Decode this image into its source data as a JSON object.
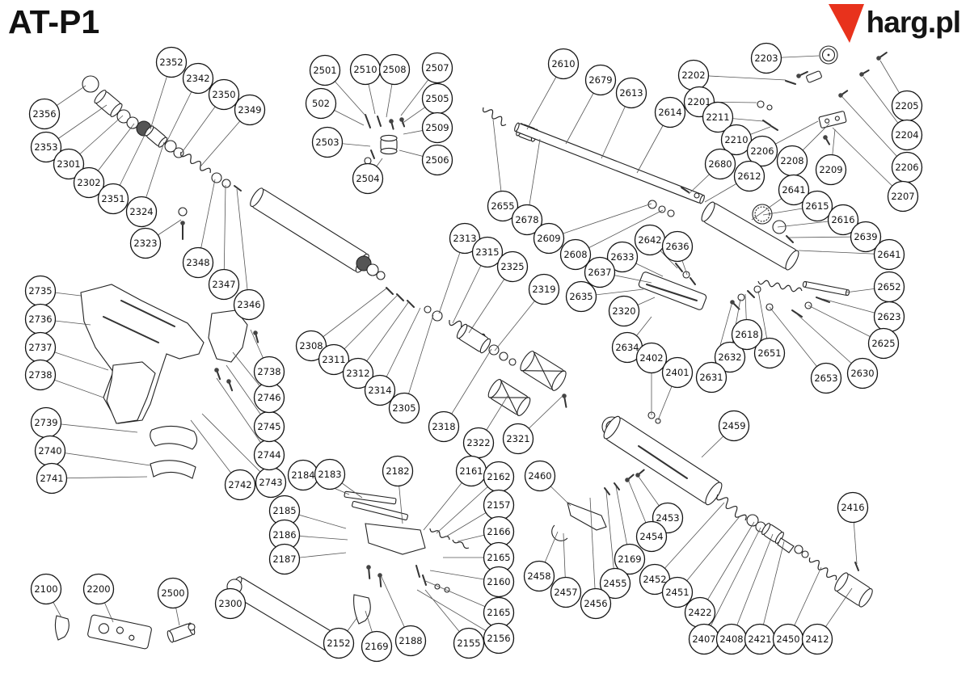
{
  "page": {
    "title": "AT-P1",
    "brand": {
      "text": "harg.pl",
      "mark_color": "#e8321c"
    }
  },
  "diagram": {
    "callout_radius": 18.5,
    "callouts": [
      [
        "2356",
        55,
        141,
        106,
        106
      ],
      [
        "2353",
        57,
        182,
        132,
        130
      ],
      [
        "2301",
        85,
        203,
        152,
        143
      ],
      [
        "2302",
        110,
        226,
        166,
        153
      ],
      [
        "2351",
        140,
        246,
        182,
        161
      ],
      [
        "2324",
        175,
        262,
        203,
        176
      ],
      [
        "2323",
        180,
        301,
        224,
        272
      ],
      [
        "2348",
        245,
        325,
        266,
        222
      ],
      [
        "2347",
        277,
        352,
        279,
        229
      ],
      [
        "2346",
        308,
        377,
        293,
        234
      ],
      [
        "2352",
        212,
        77,
        186,
        160
      ],
      [
        "2342",
        245,
        97,
        206,
        176
      ],
      [
        "2350",
        277,
        117,
        224,
        190
      ],
      [
        "2349",
        309,
        136,
        248,
        206
      ],
      [
        "2501",
        402,
        87,
        452,
        143
      ],
      [
        "2510",
        452,
        86,
        464,
        141
      ],
      [
        "2508",
        488,
        86,
        478,
        145
      ],
      [
        "2507",
        541,
        84,
        496,
        143
      ],
      [
        "502",
        397,
        128,
        450,
        155
      ],
      [
        "2505",
        541,
        122,
        497,
        153
      ],
      [
        "2509",
        541,
        158,
        499,
        166
      ],
      [
        "2503",
        405,
        176,
        458,
        181
      ],
      [
        "2506",
        541,
        198,
        494,
        186
      ],
      [
        "2504",
        455,
        221,
        473,
        196
      ],
      [
        "2203",
        948,
        72,
        1013,
        69
      ],
      [
        "2202",
        858,
        93,
        972,
        99
      ],
      [
        "2201",
        865,
        126,
        936,
        127
      ],
      [
        "2211",
        888,
        145,
        944,
        150
      ],
      [
        "2210",
        911,
        173,
        953,
        157
      ],
      [
        "2206",
        943,
        187,
        1012,
        150
      ],
      [
        "2208",
        980,
        199,
        1026,
        153
      ],
      [
        "2209",
        1028,
        210,
        1033,
        160
      ],
      [
        "2205",
        1122,
        131,
        1089,
        75
      ],
      [
        "2204",
        1122,
        167,
        1068,
        95
      ],
      [
        "2206",
        1122,
        207,
        1042,
        120
      ],
      [
        "2207",
        1117,
        243,
        1030,
        158
      ],
      [
        "2610",
        697,
        79,
        652,
        160
      ],
      [
        "2679",
        743,
        99,
        700,
        178
      ],
      [
        "2613",
        781,
        115,
        744,
        196
      ],
      [
        "2614",
        829,
        139,
        788,
        214
      ],
      [
        "2680",
        891,
        203,
        852,
        240
      ],
      [
        "2612",
        927,
        218,
        872,
        250
      ],
      [
        "2655",
        622,
        255,
        610,
        148
      ],
      [
        "2678",
        652,
        272,
        668,
        172
      ],
      [
        "2609",
        679,
        295,
        806,
        252
      ],
      [
        "2608",
        712,
        315,
        820,
        260
      ],
      [
        "2641",
        982,
        235,
        930,
        272
      ],
      [
        "2615",
        1011,
        255,
        944,
        266
      ],
      [
        "2616",
        1043,
        272,
        962,
        281
      ],
      [
        "2639",
        1071,
        293,
        976,
        294
      ],
      [
        "2641",
        1100,
        315,
        988,
        310
      ],
      [
        "2652",
        1100,
        355,
        1046,
        362
      ],
      [
        "2623",
        1100,
        392,
        1018,
        370
      ],
      [
        "2625",
        1093,
        425,
        1000,
        378
      ],
      [
        "2630",
        1067,
        462,
        985,
        388
      ],
      [
        "2653",
        1022,
        468,
        952,
        380
      ],
      [
        "2651",
        952,
        437,
        938,
        360
      ],
      [
        "2632",
        903,
        442,
        916,
        370
      ],
      [
        "2631",
        880,
        467,
        905,
        377
      ],
      [
        "2618",
        924,
        414,
        922,
        364
      ],
      [
        "2642",
        804,
        297,
        838,
        332
      ],
      [
        "2636",
        838,
        305,
        850,
        340
      ],
      [
        "2633",
        770,
        318,
        820,
        342
      ],
      [
        "2637",
        742,
        337,
        806,
        350
      ],
      [
        "2635",
        719,
        367,
        796,
        358
      ],
      [
        "2320",
        772,
        385,
        810,
        368
      ],
      [
        "2634",
        776,
        430,
        806,
        392
      ],
      [
        "2402",
        806,
        443,
        806,
        514
      ],
      [
        "2401",
        838,
        461,
        814,
        520
      ],
      [
        "2313",
        575,
        295,
        543,
        388
      ],
      [
        "2315",
        603,
        312,
        560,
        400
      ],
      [
        "2325",
        634,
        330,
        580,
        412
      ],
      [
        "2319",
        673,
        358,
        612,
        434
      ],
      [
        "2308",
        385,
        428,
        478,
        357
      ],
      [
        "2311",
        413,
        445,
        492,
        365
      ],
      [
        "2312",
        443,
        462,
        506,
        373
      ],
      [
        "2314",
        470,
        483,
        520,
        381
      ],
      [
        "2305",
        500,
        505,
        536,
        390
      ],
      [
        "2318",
        549,
        528,
        608,
        432
      ],
      [
        "2322",
        592,
        548,
        628,
        490
      ],
      [
        "2321",
        641,
        543,
        696,
        490
      ],
      [
        "2735",
        50,
        360,
        100,
        366
      ],
      [
        "2736",
        50,
        395,
        112,
        402
      ],
      [
        "2737",
        50,
        430,
        134,
        458
      ],
      [
        "2738",
        50,
        464,
        128,
        492
      ],
      [
        "2739",
        57,
        523,
        170,
        535
      ],
      [
        "2740",
        62,
        558,
        186,
        576
      ],
      [
        "2741",
        64,
        592,
        182,
        590
      ],
      [
        "2742",
        297,
        600,
        236,
        520
      ],
      [
        "2743",
        335,
        597,
        250,
        512
      ],
      [
        "2744",
        333,
        563,
        268,
        468
      ],
      [
        "2745",
        333,
        528,
        280,
        452
      ],
      [
        "2746",
        333,
        492,
        288,
        436
      ],
      [
        "2738",
        333,
        460,
        310,
        408
      ],
      [
        "2184",
        375,
        588,
        432,
        612
      ],
      [
        "2183",
        408,
        587,
        448,
        616
      ],
      [
        "2182",
        492,
        583,
        498,
        648
      ],
      [
        "2161",
        583,
        583,
        524,
        656
      ],
      [
        "2162",
        617,
        590,
        540,
        660
      ],
      [
        "2157",
        617,
        625,
        552,
        664
      ],
      [
        "2166",
        617,
        658,
        566,
        670
      ],
      [
        "2165",
        617,
        690,
        548,
        690
      ],
      [
        "2160",
        617,
        720,
        532,
        706
      ],
      [
        "2165",
        617,
        758,
        524,
        718
      ],
      [
        "2156",
        617,
        790,
        516,
        730
      ],
      [
        "2185",
        352,
        632,
        428,
        654
      ],
      [
        "2186",
        352,
        662,
        430,
        668
      ],
      [
        "2187",
        352,
        692,
        428,
        684
      ],
      [
        "2188",
        508,
        793,
        472,
        714
      ],
      [
        "2155",
        580,
        796,
        526,
        730
      ],
      [
        "2152",
        419,
        796,
        442,
        764
      ],
      [
        "2169",
        466,
        800,
        452,
        756
      ],
      [
        "2100",
        57,
        729,
        76,
        764
      ],
      [
        "2200",
        122,
        729,
        140,
        770
      ],
      [
        "2500",
        214,
        734,
        222,
        774
      ],
      [
        "2300",
        285,
        747,
        302,
        738
      ],
      [
        "2459",
        908,
        527,
        868,
        566
      ],
      [
        "2460",
        668,
        589,
        706,
        626
      ],
      [
        "2453",
        826,
        641,
        790,
        590
      ],
      [
        "2454",
        806,
        664,
        778,
        596
      ],
      [
        "2169",
        779,
        692,
        762,
        602
      ],
      [
        "2452",
        810,
        717,
        896,
        622
      ],
      [
        "2451",
        838,
        733,
        916,
        638
      ],
      [
        "2422",
        866,
        758,
        933,
        646
      ],
      [
        "2407",
        871,
        791,
        941,
        653
      ],
      [
        "2408",
        905,
        791,
        956,
        661
      ],
      [
        "2421",
        940,
        791,
        970,
        670
      ],
      [
        "2450",
        975,
        791,
        1016,
        702
      ],
      [
        "2412",
        1011,
        791,
        1054,
        728
      ],
      [
        "2416",
        1055,
        628,
        1060,
        698
      ],
      [
        "2455",
        761,
        722,
        750,
        608
      ],
      [
        "2456",
        737,
        747,
        730,
        616
      ],
      [
        "2457",
        700,
        733,
        697,
        660
      ],
      [
        "2458",
        667,
        713,
        690,
        658
      ]
    ]
  }
}
